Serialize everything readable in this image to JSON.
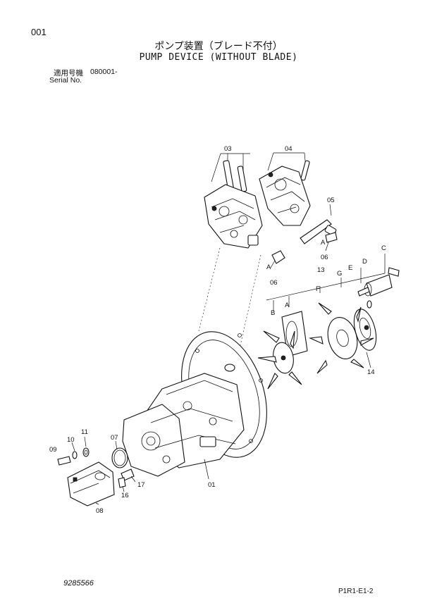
{
  "header": {
    "page_number": "001",
    "title_jp": "ポンプ装置（ブレード不付）",
    "title_en": "PUMP DEVICE (WITHOUT BLADE)",
    "serial_label_jp": "適用号機",
    "serial_value": "080001-",
    "serial_label_en": "Serial No."
  },
  "callouts": {
    "c01": "01",
    "c03": "03",
    "c04": "04",
    "c05": "05",
    "c06a": "06",
    "c06b": "06",
    "c07": "07",
    "c08": "08",
    "c09": "09",
    "c10": "10",
    "c11": "11",
    "c13": "13",
    "c14": "14",
    "c16": "16",
    "c17": "17",
    "cA1": "A",
    "cA2": "A",
    "cA3": "A",
    "cB": "B",
    "cC": "C",
    "cD": "D",
    "cE": "E",
    "cF": "F",
    "cG": "G"
  },
  "footer": {
    "document_number": "9285566",
    "page_code": "P1R1-E1-2"
  }
}
